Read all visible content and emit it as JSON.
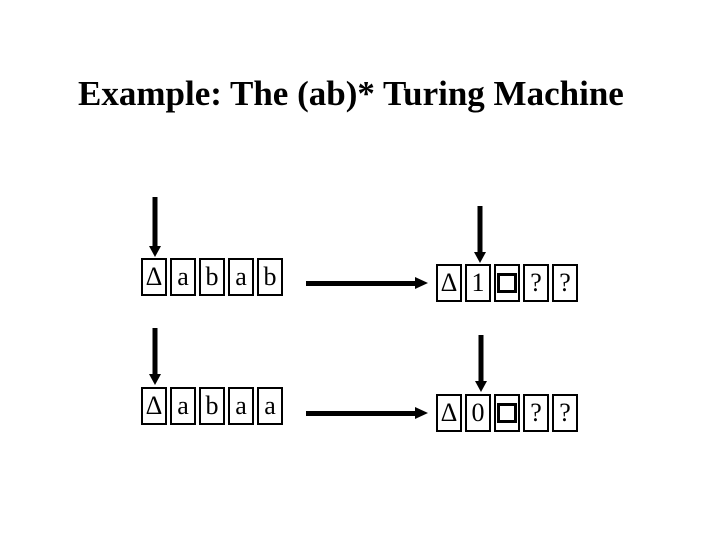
{
  "slide": {
    "title": "Example: The (ab)* Turing Machine",
    "background_color": "#ffffff",
    "text_color": "#000000"
  },
  "diagram": {
    "square_symbol": "□",
    "tapes": [
      {
        "name": "input-tape-top",
        "cells": [
          "Δ",
          "a",
          "b",
          "a",
          "b"
        ],
        "head_cell_index": 0
      },
      {
        "name": "output-tape-top",
        "cells": [
          "Δ",
          "1",
          "□",
          "?",
          "?"
        ],
        "head_cell_index": 1
      },
      {
        "name": "input-tape-bottom",
        "cells": [
          "Δ",
          "a",
          "b",
          "a",
          "a"
        ],
        "head_cell_index": 0
      },
      {
        "name": "output-tape-bottom",
        "cells": [
          "Δ",
          "0",
          "□",
          "?",
          "?"
        ],
        "head_cell_index": 1
      }
    ]
  }
}
